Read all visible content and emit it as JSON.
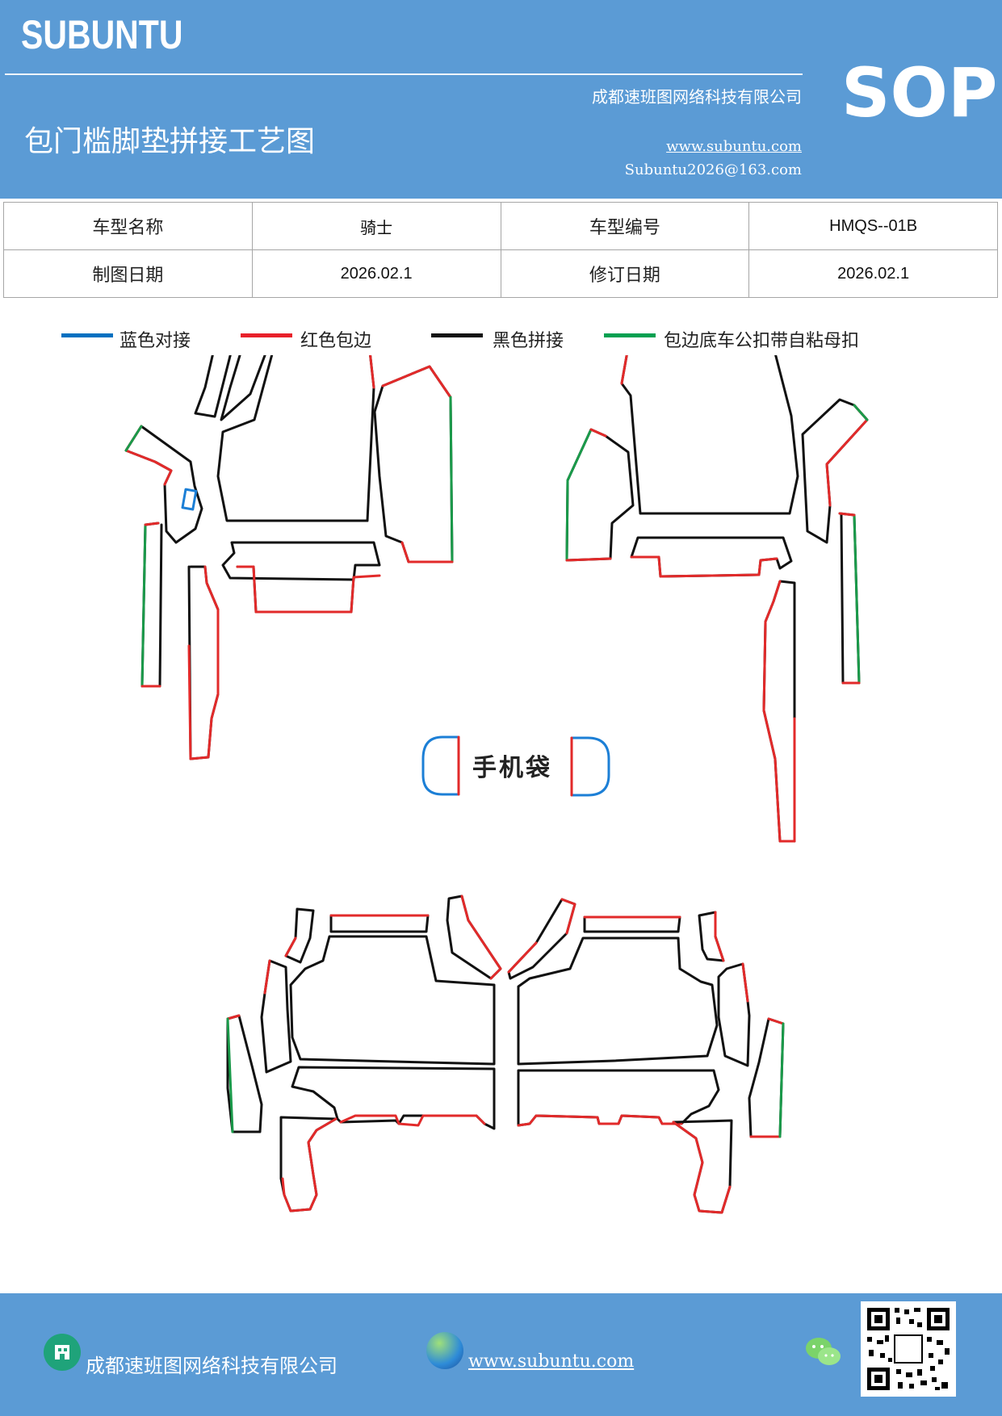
{
  "header": {
    "brand": "SUBUNTU",
    "company": "成都速班图网络科技有限公司",
    "title": "包门槛脚垫拼接工艺图",
    "website": "www.subuntu.com",
    "email": "Subuntu2026@163.com",
    "badge": "SOP"
  },
  "info": {
    "model_name_label": "车型名称",
    "model_name": "骑士",
    "model_code_label": "车型编号",
    "model_code": "HMQS--01B",
    "drawing_date_label": "制图日期",
    "drawing_date": "2026.02.1",
    "revision_date_label": "修订日期",
    "revision_date": "2026.02.1"
  },
  "legend": [
    {
      "label": "蓝色对接",
      "color": "#0070c0"
    },
    {
      "label": "红色包边",
      "color": "#e8202a"
    },
    {
      "label": "黑色拼接",
      "color": "#111111"
    },
    {
      "label": "包边底车公扣带自粘母扣",
      "color": "#00a050"
    }
  ],
  "diagram": {
    "phone_bag_label": "手机袋",
    "colors": {
      "black": "#111111",
      "red": "#e22a2a",
      "green": "#1a9a4a",
      "blue": "#1c7fd6"
    }
  },
  "footer": {
    "company": "成都速班图网络科技有限公司",
    "website": "www.subuntu.com"
  }
}
